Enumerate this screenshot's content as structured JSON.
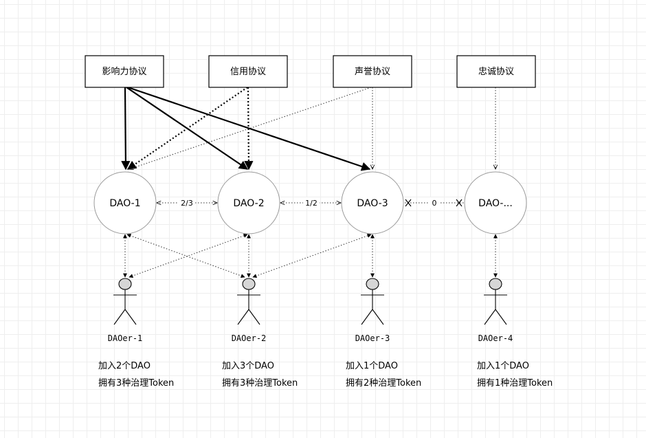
{
  "protocols": [
    {
      "label": "影响力协议"
    },
    {
      "label": "信用协议"
    },
    {
      "label": "声誉协议"
    },
    {
      "label": "忠诚协议"
    }
  ],
  "daos": [
    {
      "label": "DAO-1"
    },
    {
      "label": "DAO-2"
    },
    {
      "label": "DAO-3"
    },
    {
      "label": "DAO-..."
    }
  ],
  "dao_links": [
    {
      "label": "2/3"
    },
    {
      "label": "1/2"
    },
    {
      "label": "0"
    }
  ],
  "members": [
    {
      "name": "DAOer-1",
      "joined": "加入2个DAO",
      "tokens": "拥有3种治理Token"
    },
    {
      "name": "DAOer-2",
      "joined": "加入3个DAO",
      "tokens": "拥有3种治理Token"
    },
    {
      "name": "DAOer-3",
      "joined": "加入1个DAO",
      "tokens": "拥有2种治理Token"
    },
    {
      "name": "DAOer-4",
      "joined": "加入1个DAO",
      "tokens": "拥有1种治理Token"
    }
  ]
}
